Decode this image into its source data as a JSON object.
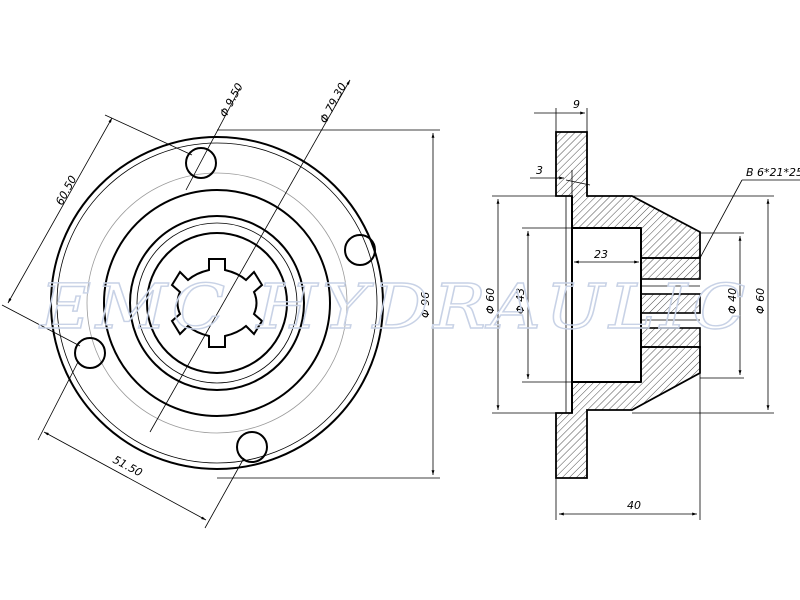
{
  "watermark": "EMC HYDRAULIC",
  "front_view": {
    "dim_bolt_hole": "Φ 9.50",
    "dim_inner_bore": "Φ 79.30",
    "dim_outer": "Φ 96",
    "dim_a": "60.50",
    "dim_b": "51.50"
  },
  "section_view": {
    "dim_flange_thickness": "9",
    "dim_recess": "3",
    "dim_spline_spec": "B 6*21*25",
    "dim_bore_depth": "23",
    "dim_left_dia": "Φ 60",
    "dim_bore_dia": "Φ 43",
    "dim_spline_dia": "Φ 40",
    "dim_right_dia": "Φ 60",
    "dim_length": "40"
  },
  "colors": {
    "line": "#000000",
    "watermark": "#c8d2e6",
    "construction": "#9a9a9a"
  }
}
